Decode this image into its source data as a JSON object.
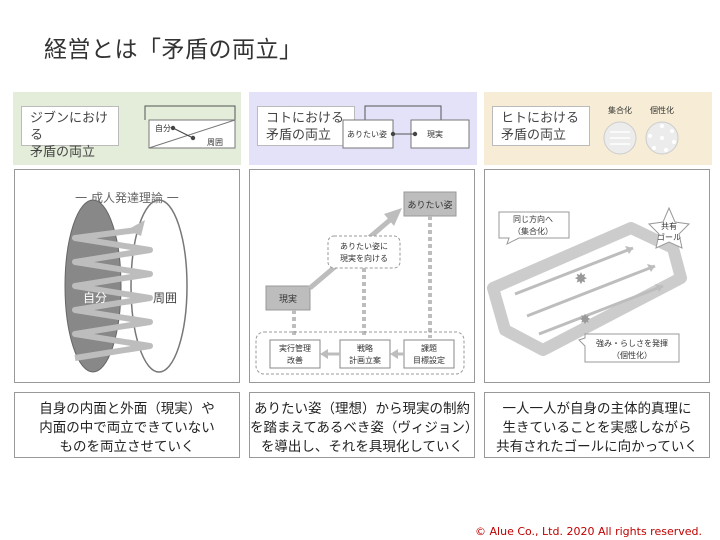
{
  "title": "経営とは「矛盾の両立」",
  "columns": [
    {
      "header_lines": [
        "ジブンにおける",
        "矛盾の両立"
      ],
      "header_diagram": {
        "self": "自分",
        "surround": "周囲"
      },
      "panel": {
        "theory": "一 成人発達理論 一",
        "self": "自分",
        "surround": "周囲"
      },
      "caption_lines": [
        "自身の内面と外面（現実）や",
        "内面の中で両立できていない",
        "ものを両立させていく"
      ]
    },
    {
      "header_lines": [
        "コトにおける",
        "矛盾の両立"
      ],
      "header_diagram": {
        "ideal": "ありたい姿",
        "reality": "現実"
      },
      "panel": {
        "ideal": "ありたい姿",
        "reality": "現実",
        "callout_lines": [
          "ありたい姿に",
          "現実を向ける"
        ],
        "steps": [
          {
            "lines": [
              "実行管理",
              "改善"
            ]
          },
          {
            "lines": [
              "戦略",
              "計画立案"
            ]
          },
          {
            "lines": [
              "課題",
              "目標設定"
            ]
          }
        ]
      },
      "caption_lines": [
        "ありたい姿（理想）から現実の制約",
        "を踏まえてあるべき姿（ヴィジョン）",
        "を導出し、それを具現化していく"
      ]
    },
    {
      "header_lines": [
        "ヒトにおける",
        "矛盾の両立"
      ],
      "header_diagram": {
        "collective": "集合化",
        "individual": "個性化"
      },
      "panel": {
        "same_direction_lines": [
          "同じ方向へ",
          "（集合化）"
        ],
        "goal_lines": [
          "共有",
          "ゴール"
        ],
        "strength_lines": [
          "強み・らしさを発揮",
          "（個性化）"
        ]
      },
      "caption_lines": [
        "一人一人が自身の主体的真理に",
        "生きていることを実感しながら",
        "共有されたゴールに向かっていく"
      ]
    }
  ],
  "footer": "© Alue Co., Ltd.  2020  All rights reserved.",
  "colors": {
    "green_band": "#e4edd9",
    "purple_band": "#e4e2f8",
    "yellow_band": "#f7edd6",
    "footer": "#c00000"
  }
}
